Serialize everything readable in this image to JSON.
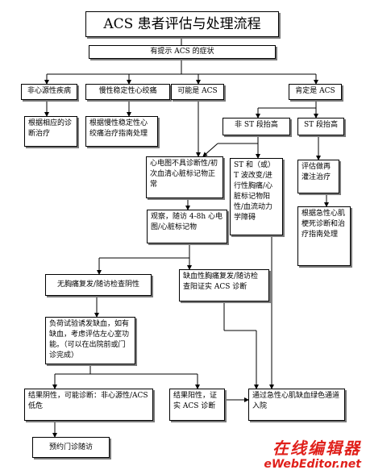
{
  "title": "ACS 患者评估与处理流程",
  "nodes": {
    "symptom": "有提示 ACS 的症状",
    "noncardiac": "非心源性疾病",
    "chronic_angina": "慢性稳定性心绞痛",
    "possible_acs": "可能是 ACS",
    "definite_acs": "肯定是 ACS",
    "noncardiac_treat": "根据相应的诊断治疗",
    "chronic_treat": "根据慢性稳定性心绞痛治疗指南处理",
    "non_st": "非 ST 段抬高",
    "st_elev": "ST 段抬高",
    "ecg_nondiag": "心电图不具诊断性/初次血清心脏标记物正常",
    "st_t_changes": "ST 和（或）T 波改变/进行性胸痛/心脏标记物阳性/血流动力学障碍",
    "reperfusion": "评估做再灌注治疗",
    "observe": "观察，随访 4-8h 心电图/心脏标记物",
    "mi_guideline": "根据急性心肌梗死诊断和治疗指南处理",
    "no_recurrence": "无胸痛复发/随访检查阴性",
    "ischemic_recurrence": "缺血性胸痛复发/随访检查阳证实 ACS 诊断",
    "stress_test": "负荷试验诱发缺血，如有缺血，考虑评估左心室功能。（可以在出院前或门诊完成）",
    "negative_result": "结果阴性，可能诊断：非心源性/ACS 低危",
    "positive_result": "结果阳性，证实 ACS 诊断",
    "green_channel": "通过急性心肌缺血绿色通道入院",
    "followup": "预约门诊随访"
  },
  "watermark": {
    "chinese": "在线编辑器",
    "english": "eWebEditor.net"
  }
}
